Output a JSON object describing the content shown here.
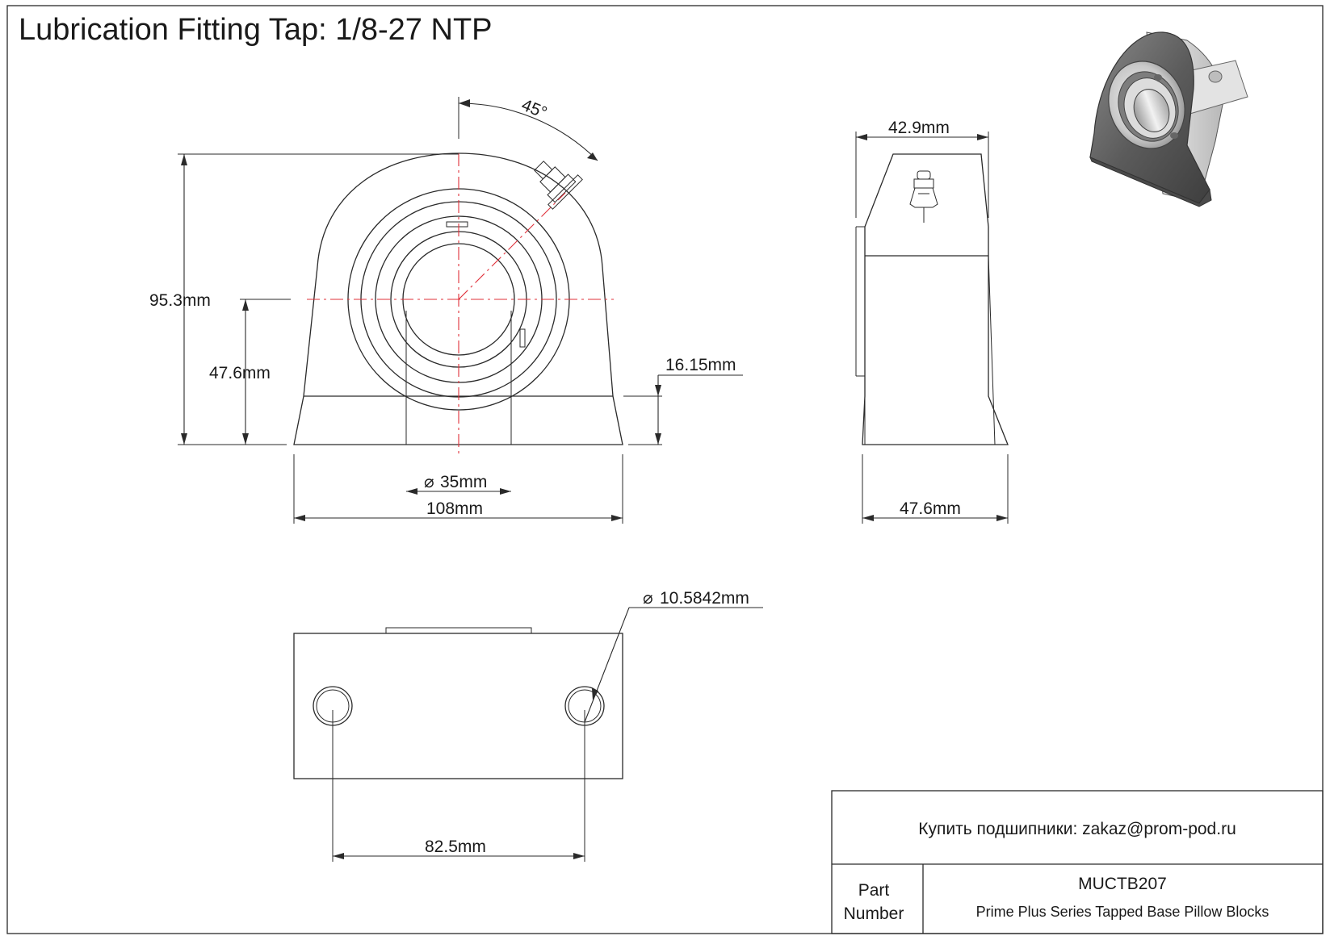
{
  "drawing": {
    "title": "Lubrication Fitting Tap: 1/8-27 NTP",
    "dimensions": {
      "angle": "45°",
      "overall_height": "95.3mm",
      "center_height": "47.6mm",
      "base_thickness": "16.15mm",
      "bore_diameter": "35mm",
      "overall_length": "108mm",
      "top_width": "42.9mm",
      "base_width": "47.6mm",
      "tap_hole_diameter": "10.5842mm",
      "hole_spacing": "82.5mm"
    },
    "diameter_symbol": "⌀",
    "views": [
      "front-view",
      "side-view",
      "bottom-view",
      "isometric-render"
    ]
  },
  "title_block": {
    "contact": "Купить подшипники: zakaz@prom-pod.ru",
    "part_label_line1": "Part",
    "part_label_line2": "Number",
    "part_number": "MUCTB207",
    "description": "Prime Plus Series Tapped Base Pillow Blocks"
  },
  "colors": {
    "line": "#2a2a2a",
    "centerline": "#e0303a",
    "render_dark": "#5a5a5a",
    "render_light": "#d9d9d9"
  }
}
